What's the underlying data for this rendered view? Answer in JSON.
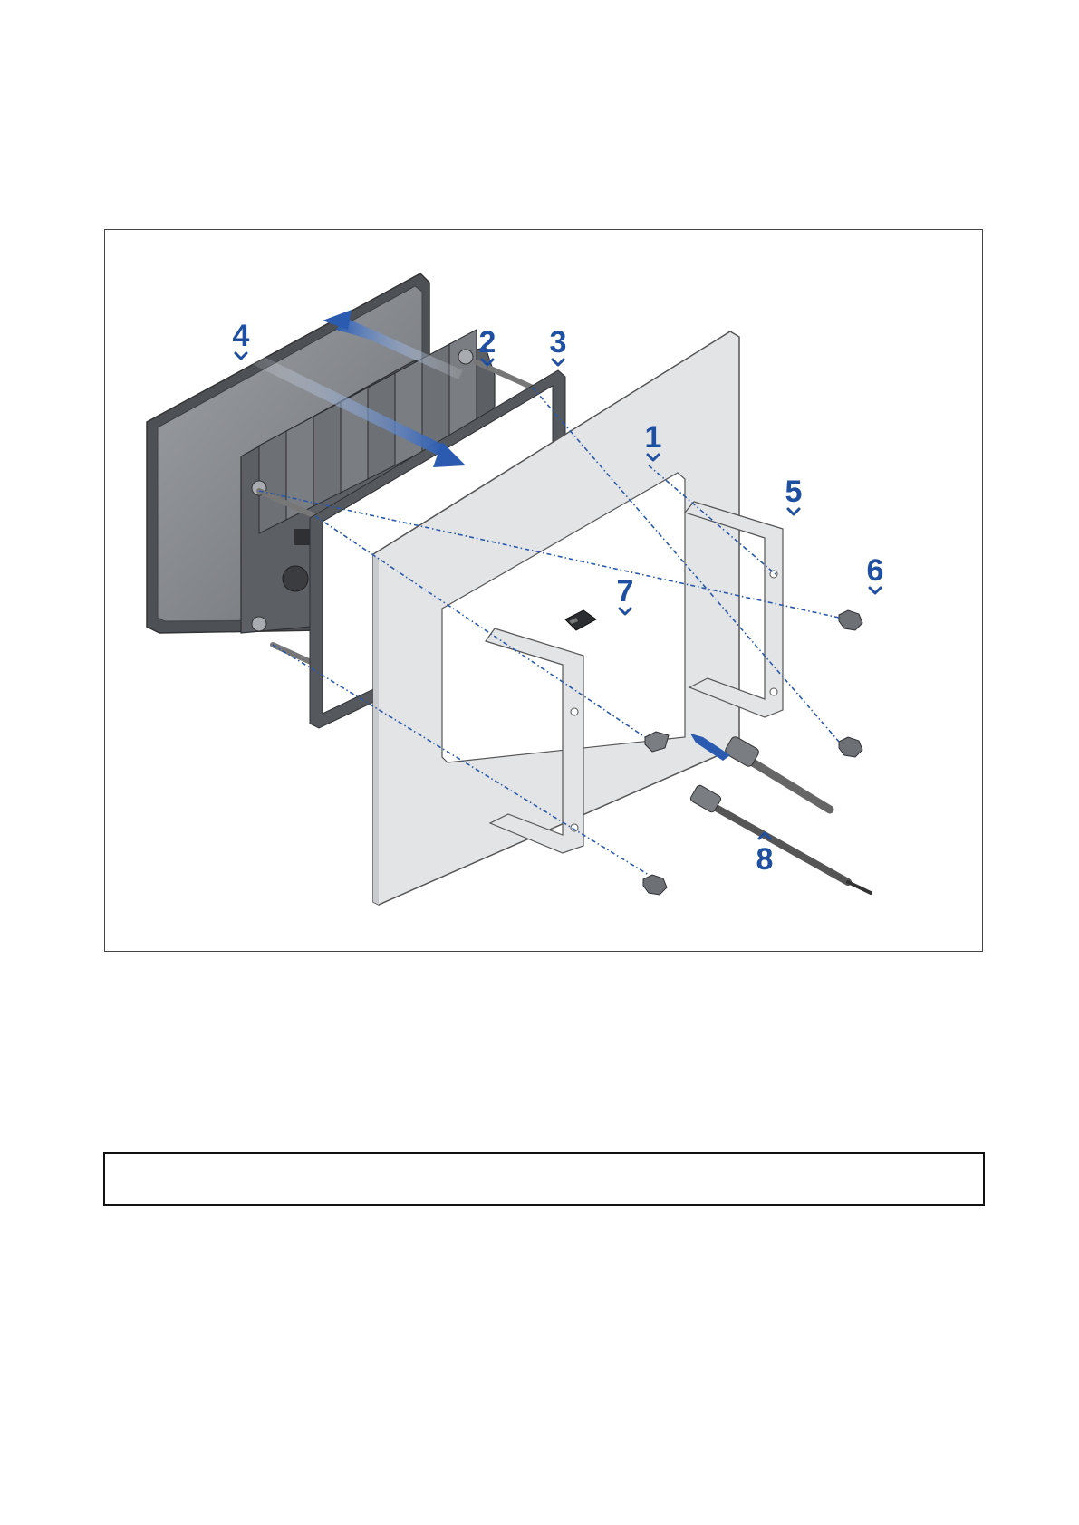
{
  "figure": {
    "callouts": [
      {
        "label": "1"
      },
      {
        "label": "2"
      },
      {
        "label": "3"
      },
      {
        "label": "4"
      },
      {
        "label": "5"
      },
      {
        "label": "6"
      },
      {
        "label": "7"
      },
      {
        "label": "8"
      }
    ],
    "accent_color": "#1f4fa1",
    "panel_color": "#e3e4e6",
    "unit_color": "#7b7e83"
  },
  "note": {
    "text": ""
  }
}
